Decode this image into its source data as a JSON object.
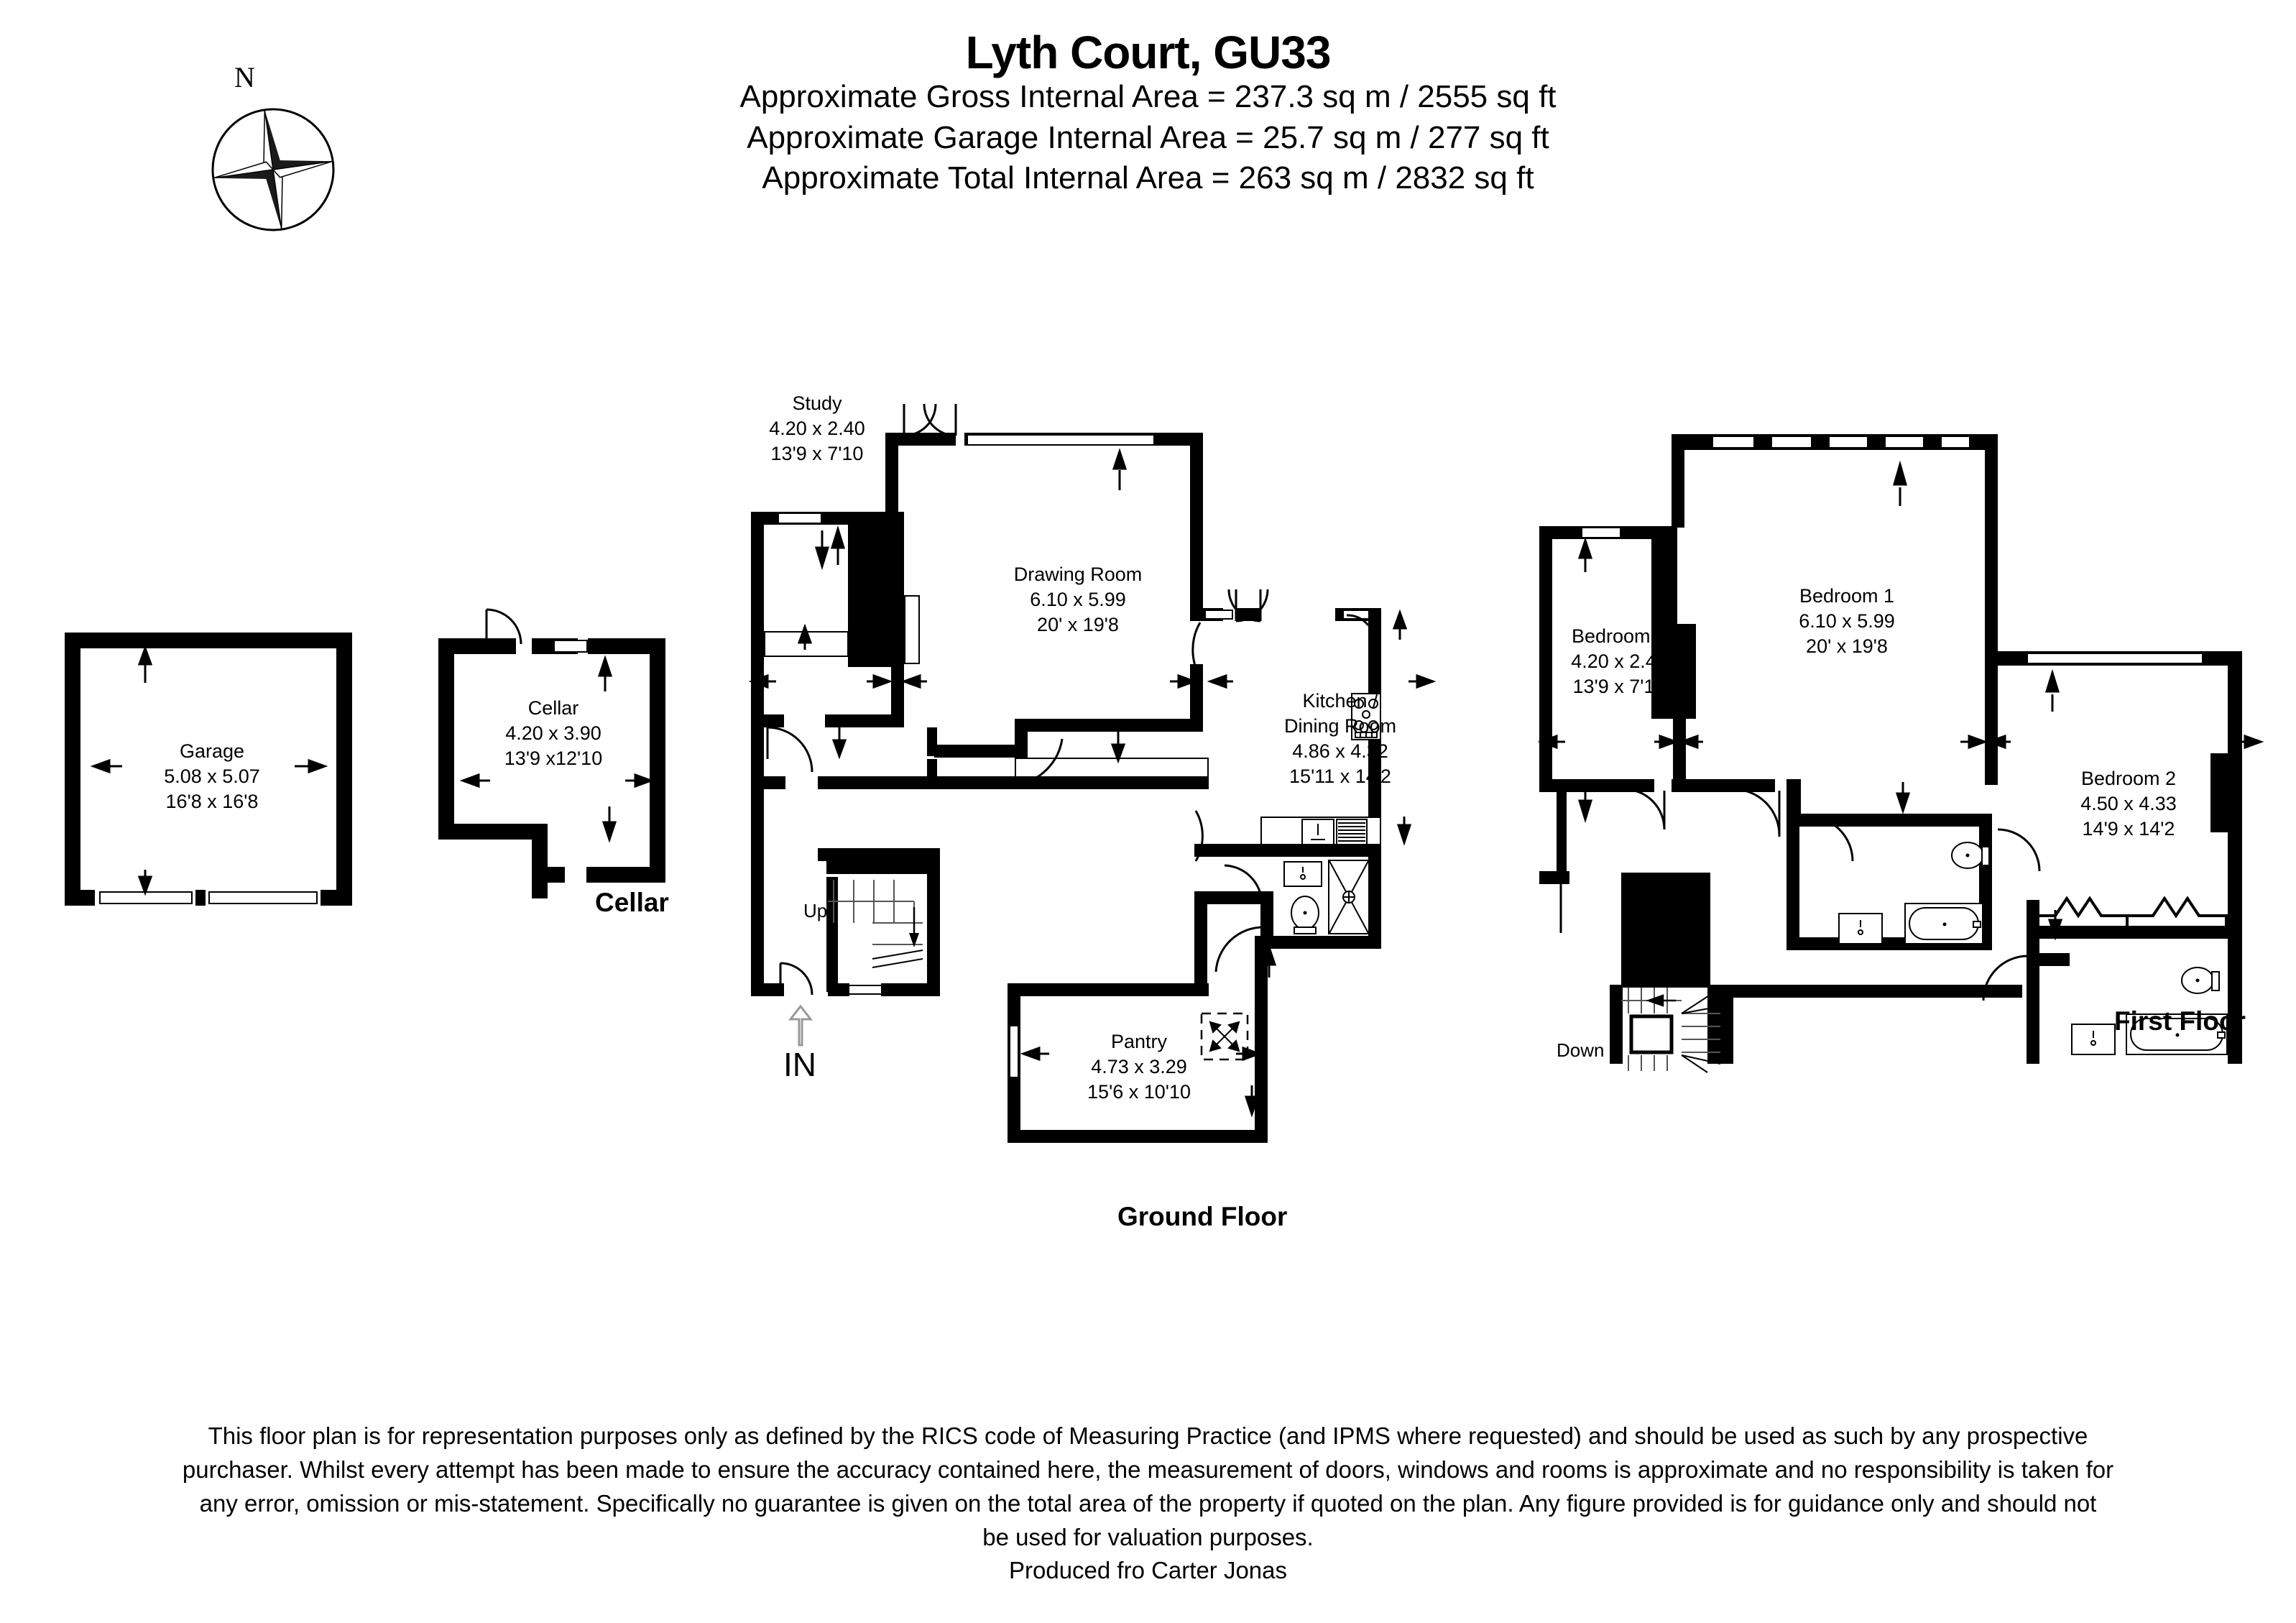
{
  "header": {
    "title": "Lyth Court, GU33",
    "area_lines": [
      "Approximate Gross Internal Area = 237.3 sq m / 2555 sq ft",
      "Approximate Garage Internal Area = 25.7 sq m / 277 sq ft",
      "Approximate Total Internal Area = 263 sq m / 2832 sq ft"
    ]
  },
  "compass": {
    "north_label": "N"
  },
  "floors": [
    {
      "key": "garage",
      "name": ""
    },
    {
      "key": "cellar",
      "name": "Cellar"
    },
    {
      "key": "ground",
      "name": "Ground Floor"
    },
    {
      "key": "first",
      "name": "First Floor"
    }
  ],
  "floor_labels": {
    "cellar": "Cellar",
    "ground": "Ground Floor",
    "first": "First Floor"
  },
  "rooms": {
    "garage": {
      "name": "Garage",
      "metric": "5.08 x 5.07",
      "imperial": "16'8 x 16'8"
    },
    "cellar": {
      "name": "Cellar",
      "metric": "4.20 x 3.90",
      "imperial": "13'9 x12'10"
    },
    "study": {
      "name": "Study",
      "metric": "4.20 x 2.40",
      "imperial": "13'9 x 7'10"
    },
    "drawing": {
      "name": "Drawing Room",
      "metric": "6.10 x 5.99",
      "imperial": "20' x 19'8"
    },
    "kitchen": {
      "name": "Kitchen /",
      "name2": "Dining Room",
      "metric": "4.86 x 4.32",
      "imperial": "15'11 x 14'2"
    },
    "pantry": {
      "name": "Pantry",
      "metric": "4.73 x 3.29",
      "imperial": "15'6 x 10'10"
    },
    "bed1": {
      "name": "Bedroom 1",
      "metric": "6.10 x 5.99",
      "imperial": "20' x 19'8"
    },
    "bed2": {
      "name": "Bedroom 2",
      "metric": "4.50 x 4.33",
      "imperial": "14'9 x 14'2"
    },
    "bed3": {
      "name": "Bedroom 3",
      "metric": "4.20 x 2.40",
      "imperial": "13'9 x 7'10"
    }
  },
  "annotations": {
    "entrance": "IN",
    "stairs_up": "Up",
    "stairs_down": "Down"
  },
  "footer": {
    "lines": [
      "This floor plan is for representation purposes only as defined by the RICS code of Measuring Practice (and IPMS where requested) and should be used as such by any prospective",
      "purchaser. Whilst every attempt has been made to ensure the accuracy contained here, the measurement of doors, windows and rooms is approximate and no responsibility is taken for",
      "any error, omission or mis-statement. Specifically no guarantee is given on the total area of the property if quoted on the plan. Any figure provided is for guidance only and should not",
      "be used for valuation purposes.",
      "Produced fro Carter Jonas"
    ]
  },
  "colors": {
    "wall": "#000000",
    "background": "#ffffff",
    "fixture_stroke": "#000000"
  }
}
